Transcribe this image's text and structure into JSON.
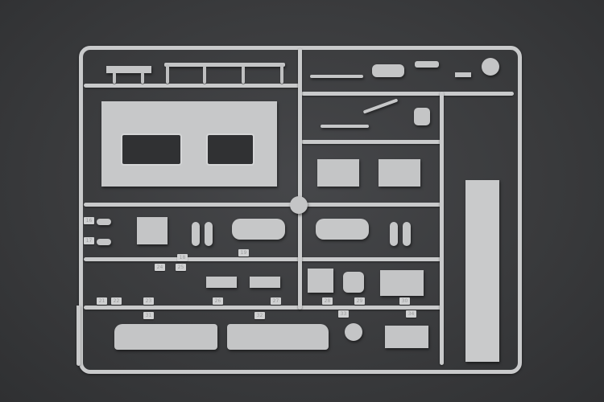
{
  "scene": {
    "subject": "plastic model kit sprue",
    "background_color": "#3a3b3d",
    "plastic_color": "#c6c7c8"
  },
  "part_numbers": {
    "row3_left": [
      "16",
      "17"
    ],
    "row3_center": [
      "19"
    ],
    "row4_left": [
      "24",
      "25",
      "18"
    ],
    "row5_left": [
      "21",
      "22",
      "23"
    ],
    "row5_center": [
      "26",
      "27"
    ],
    "row6_center": [
      "28",
      "29",
      "30"
    ],
    "row6_lower": [
      "33",
      "34"
    ],
    "fenders": [
      "31",
      "32"
    ]
  }
}
